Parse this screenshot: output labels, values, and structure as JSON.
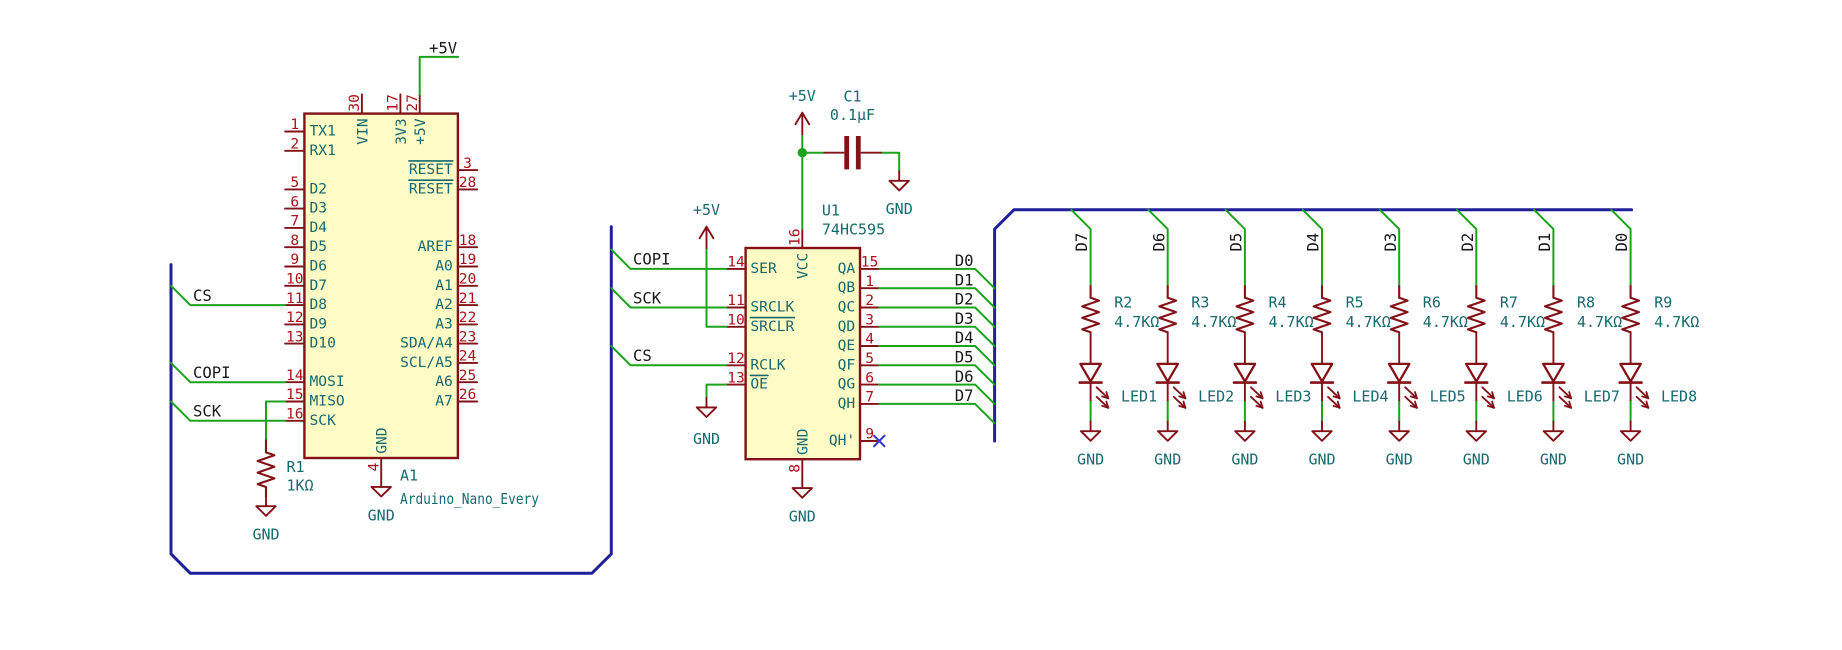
{
  "palette": {
    "background": "#FFFFFF",
    "symbol_outline": "#831117",
    "symbol_fill": "#FFFBC5",
    "pin_number": "#A8121A",
    "pin_name": "#17696D",
    "field_text": "#17696D",
    "wire": "#1BA31B",
    "bus_graphic": "#20209B",
    "label_text": "#191919",
    "no_connect": "#3B3BC8"
  },
  "power": {
    "vcc_net": "+5V",
    "gnd_net": "GND"
  },
  "net_labels": {
    "cs": "CS",
    "copi": "COPI",
    "sck": "SCK",
    "data_bus": [
      "D0",
      "D1",
      "D2",
      "D3",
      "D4",
      "D5",
      "D6",
      "D7"
    ]
  },
  "arduino": {
    "reference": "A1",
    "value": "Arduino_Nano_Every",
    "pins_left": [
      {
        "num": "1",
        "name": "TX1"
      },
      {
        "num": "2",
        "name": "RX1"
      },
      {
        "num": "5",
        "name": "D2"
      },
      {
        "num": "6",
        "name": "D3"
      },
      {
        "num": "7",
        "name": "D4"
      },
      {
        "num": "8",
        "name": "D5"
      },
      {
        "num": "9",
        "name": "D6"
      },
      {
        "num": "10",
        "name": "D7"
      },
      {
        "num": "11",
        "name": "D8"
      },
      {
        "num": "12",
        "name": "D9"
      },
      {
        "num": "13",
        "name": "D10"
      },
      {
        "num": "14",
        "name": "MOSI"
      },
      {
        "num": "15",
        "name": "MISO"
      },
      {
        "num": "16",
        "name": "SCK"
      }
    ],
    "pins_right": [
      {
        "num": "3",
        "name": "RESET",
        "overline": true
      },
      {
        "num": "28",
        "name": "RESET",
        "overline": true
      },
      {
        "num": "18",
        "name": "AREF"
      },
      {
        "num": "19",
        "name": "A0"
      },
      {
        "num": "20",
        "name": "A1"
      },
      {
        "num": "21",
        "name": "A2"
      },
      {
        "num": "22",
        "name": "A3"
      },
      {
        "num": "23",
        "name": "SDA/A4"
      },
      {
        "num": "24",
        "name": "SCL/A5"
      },
      {
        "num": "25",
        "name": "A6"
      },
      {
        "num": "26",
        "name": "A7"
      }
    ],
    "pins_top": [
      {
        "num": "30",
        "name": "VIN"
      },
      {
        "num": "17",
        "name": "3V3"
      },
      {
        "num": "27",
        "name": "+5V"
      }
    ],
    "pins_bottom": [
      {
        "num": "4",
        "name": "GND"
      }
    ]
  },
  "shift_register": {
    "reference": "U1",
    "value": "74HC595",
    "pins_left": [
      {
        "num": "14",
        "name": "SER"
      },
      {
        "num": "11",
        "name": "SRCLK"
      },
      {
        "num": "10",
        "name": "SRCLR",
        "overline": true
      },
      {
        "num": "12",
        "name": "RCLK"
      },
      {
        "num": "13",
        "name": "OE",
        "overline": true
      }
    ],
    "pins_right": [
      {
        "num": "15",
        "name": "QA"
      },
      {
        "num": "1",
        "name": "QB"
      },
      {
        "num": "2",
        "name": "QC"
      },
      {
        "num": "3",
        "name": "QD"
      },
      {
        "num": "4",
        "name": "QE"
      },
      {
        "num": "5",
        "name": "QF"
      },
      {
        "num": "6",
        "name": "QG"
      },
      {
        "num": "7",
        "name": "QH"
      },
      {
        "num": "9",
        "name": "QH'",
        "no_connect": true
      }
    ],
    "pins_top": [
      {
        "num": "16",
        "name": "VCC"
      }
    ],
    "pins_bottom": [
      {
        "num": "8",
        "name": "GND"
      }
    ]
  },
  "r1": {
    "reference": "R1",
    "value": "1KΩ"
  },
  "c1": {
    "reference": "C1",
    "value": "0.1µF"
  },
  "led_columns": [
    {
      "net": "D7",
      "resistor_ref": "R2",
      "resistor_value": "4.7KΩ",
      "led_ref": "LED1"
    },
    {
      "net": "D6",
      "resistor_ref": "R3",
      "resistor_value": "4.7KΩ",
      "led_ref": "LED2"
    },
    {
      "net": "D5",
      "resistor_ref": "R4",
      "resistor_value": "4.7KΩ",
      "led_ref": "LED3"
    },
    {
      "net": "D4",
      "resistor_ref": "R5",
      "resistor_value": "4.7KΩ",
      "led_ref": "LED4"
    },
    {
      "net": "D3",
      "resistor_ref": "R6",
      "resistor_value": "4.7KΩ",
      "led_ref": "LED5"
    },
    {
      "net": "D2",
      "resistor_ref": "R7",
      "resistor_value": "4.7KΩ",
      "led_ref": "LED6"
    },
    {
      "net": "D1",
      "resistor_ref": "R8",
      "resistor_value": "4.7KΩ",
      "led_ref": "LED7"
    },
    {
      "net": "D0",
      "resistor_ref": "R9",
      "resistor_value": "4.7KΩ",
      "led_ref": "LED8"
    }
  ]
}
